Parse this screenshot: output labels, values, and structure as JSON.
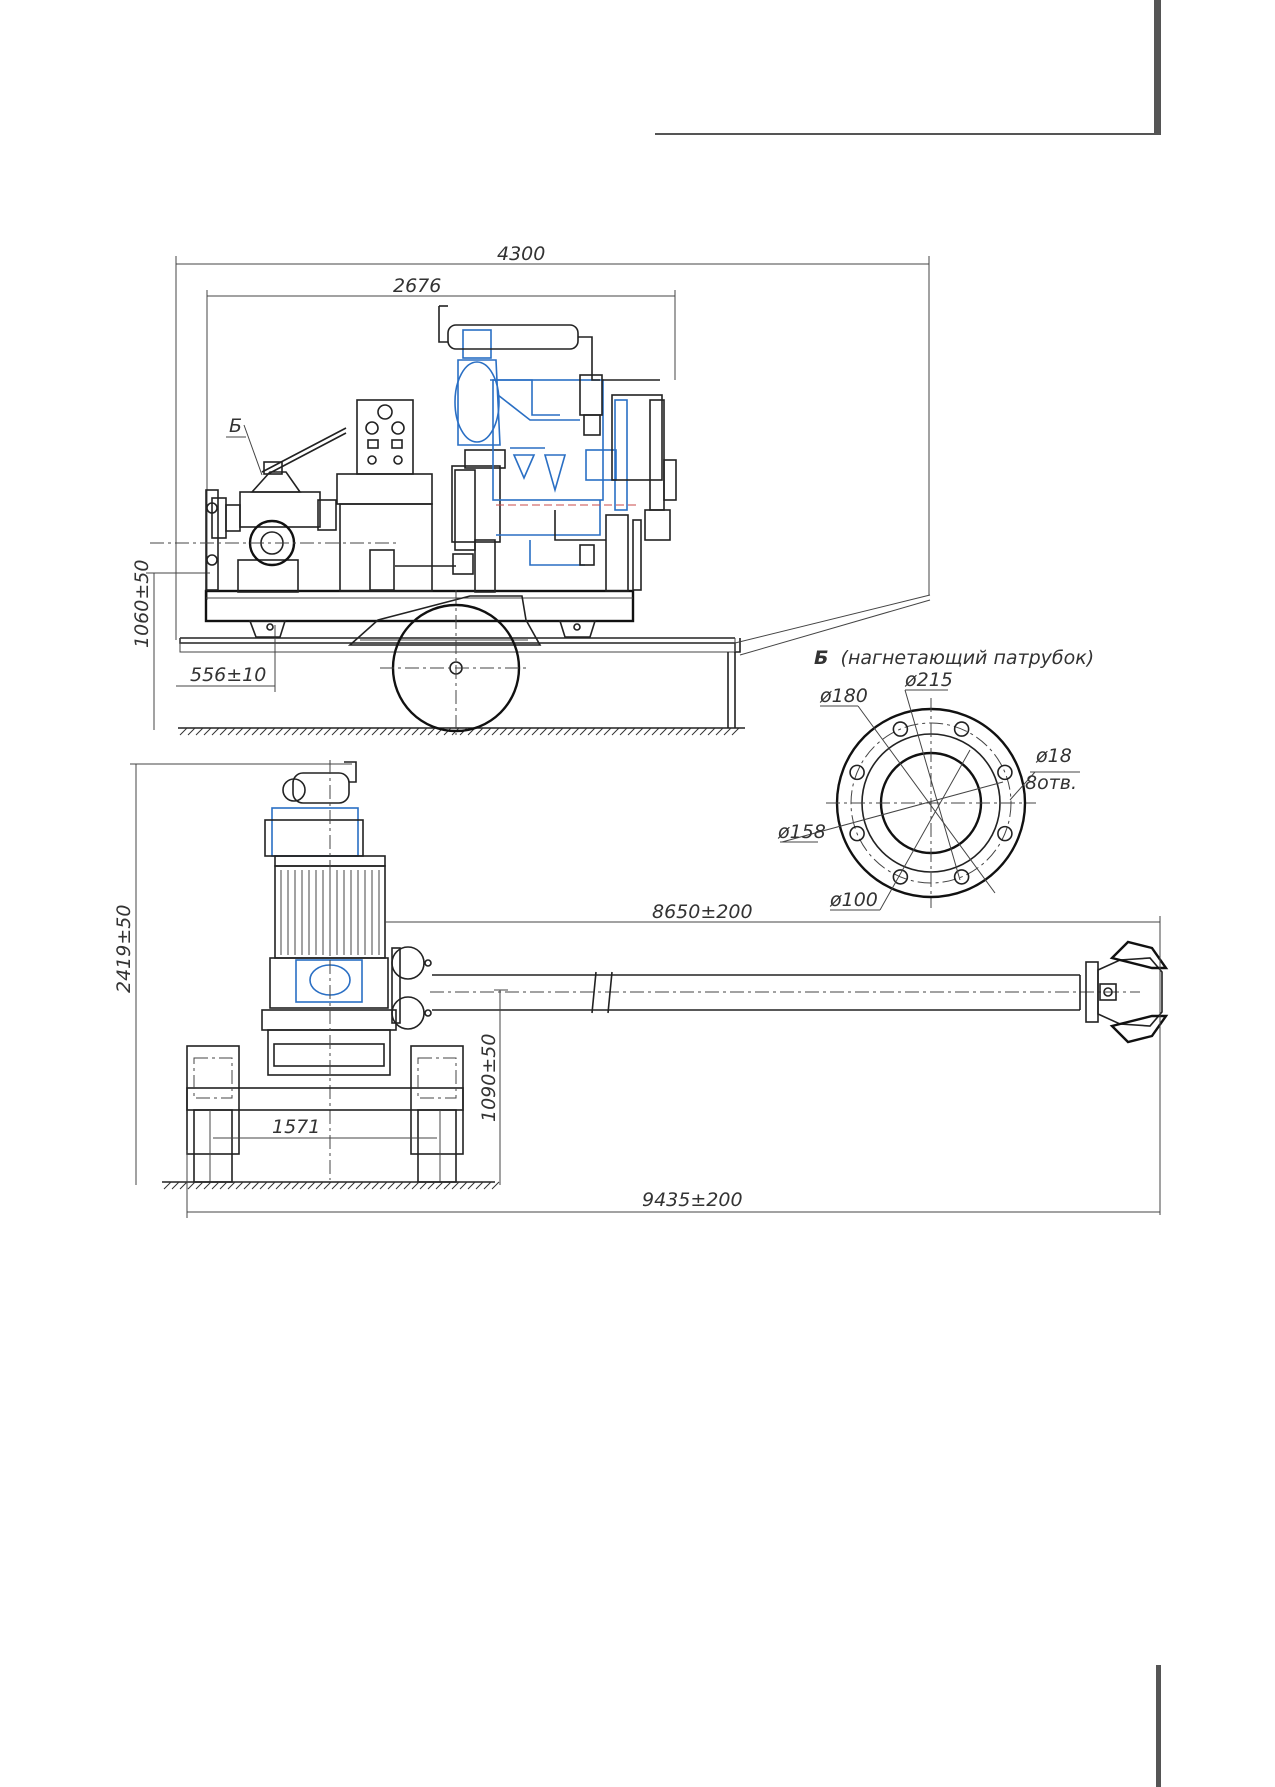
{
  "side_view": {
    "dim_overall_length": "4300",
    "dim_unit_length": "2676",
    "dim_height": "1060±50",
    "dim_axle_offset": "556±10",
    "callout_label": "Б"
  },
  "front_view": {
    "dim_total_height": "2419±50",
    "dim_hose_length": "8650±200",
    "dim_inlet_height": "1090±50",
    "dim_track": "1571",
    "dim_total_length": "9435±200"
  },
  "detail_b": {
    "title_letter": "Б",
    "title_text": "(нагнетающий патрубок)",
    "dia_outer_bolt_circle": "ø180",
    "dia_flange": "ø215",
    "dia_hole": "ø18",
    "hole_count": "8отв.",
    "dia_raised_face": "ø158",
    "dia_bore": "ø100"
  },
  "colors": {
    "line": "#222222",
    "accent": "#2a6fc4",
    "frame_bar": "#555555"
  }
}
